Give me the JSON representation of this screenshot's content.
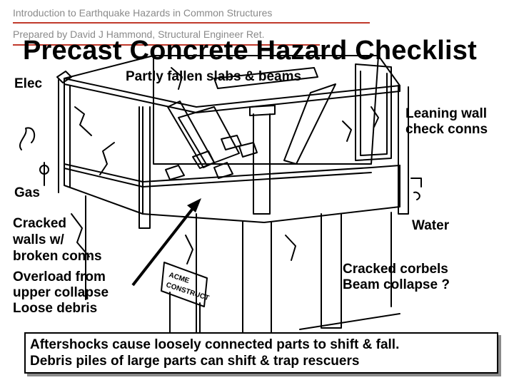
{
  "header": {
    "line1": "Introduction to Earthquake Hazards in Common Structures",
    "line2": "Prepared by David J Hammond, Structural Engineer Ret."
  },
  "title": "Precast Concrete Hazard Checklist",
  "labels": {
    "elec": "Elec",
    "partly_fallen": "Partly fallen slabs & beams",
    "leaning_wall": [
      "Leaning wall",
      "check conns"
    ],
    "gas": "Gas",
    "cracked_walls": [
      "Cracked",
      "walls w/",
      "broken conns"
    ],
    "overload": [
      "Overload from",
      "upper collapse",
      "Loose debris"
    ],
    "water": "Water",
    "cracked_corbels": [
      "Cracked corbels",
      "Beam collapse ?"
    ]
  },
  "sign": [
    "ACME",
    "CONSTRUCT"
  ],
  "footer": {
    "line1": "Aftershocks cause loosely connected parts to shift & fall.",
    "line2": "Debris piles of large parts can shift & trap rescuers"
  },
  "colors": {
    "header_text": "#8a8a8a",
    "header_rule": "#c0392b",
    "ink": "#000000"
  }
}
